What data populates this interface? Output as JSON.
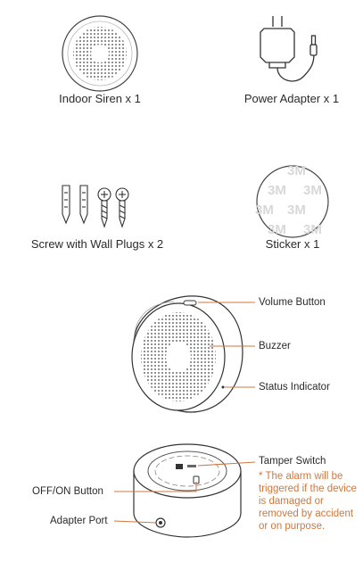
{
  "items": {
    "siren": {
      "caption": "Indoor Siren x 1"
    },
    "adapter": {
      "caption": "Power Adapter x 1"
    },
    "screws": {
      "caption": "Screw with Wall Plugs x 2"
    },
    "sticker": {
      "caption": "Sticker x 1",
      "print": "3M"
    }
  },
  "callouts": {
    "volume": "Volume Button",
    "buzzer": "Buzzer",
    "status": "Status Indicator",
    "tamper": "Tamper Switch",
    "tamper_note": "* The alarm will be triggered if the device is damaged or removed by accident or on purpose.",
    "offon": "OFF/ON Button",
    "port": "Adapter Port"
  },
  "colors": {
    "line": "#2a2a2a",
    "callout_line": "#d0773c",
    "note": "#d0773c"
  }
}
